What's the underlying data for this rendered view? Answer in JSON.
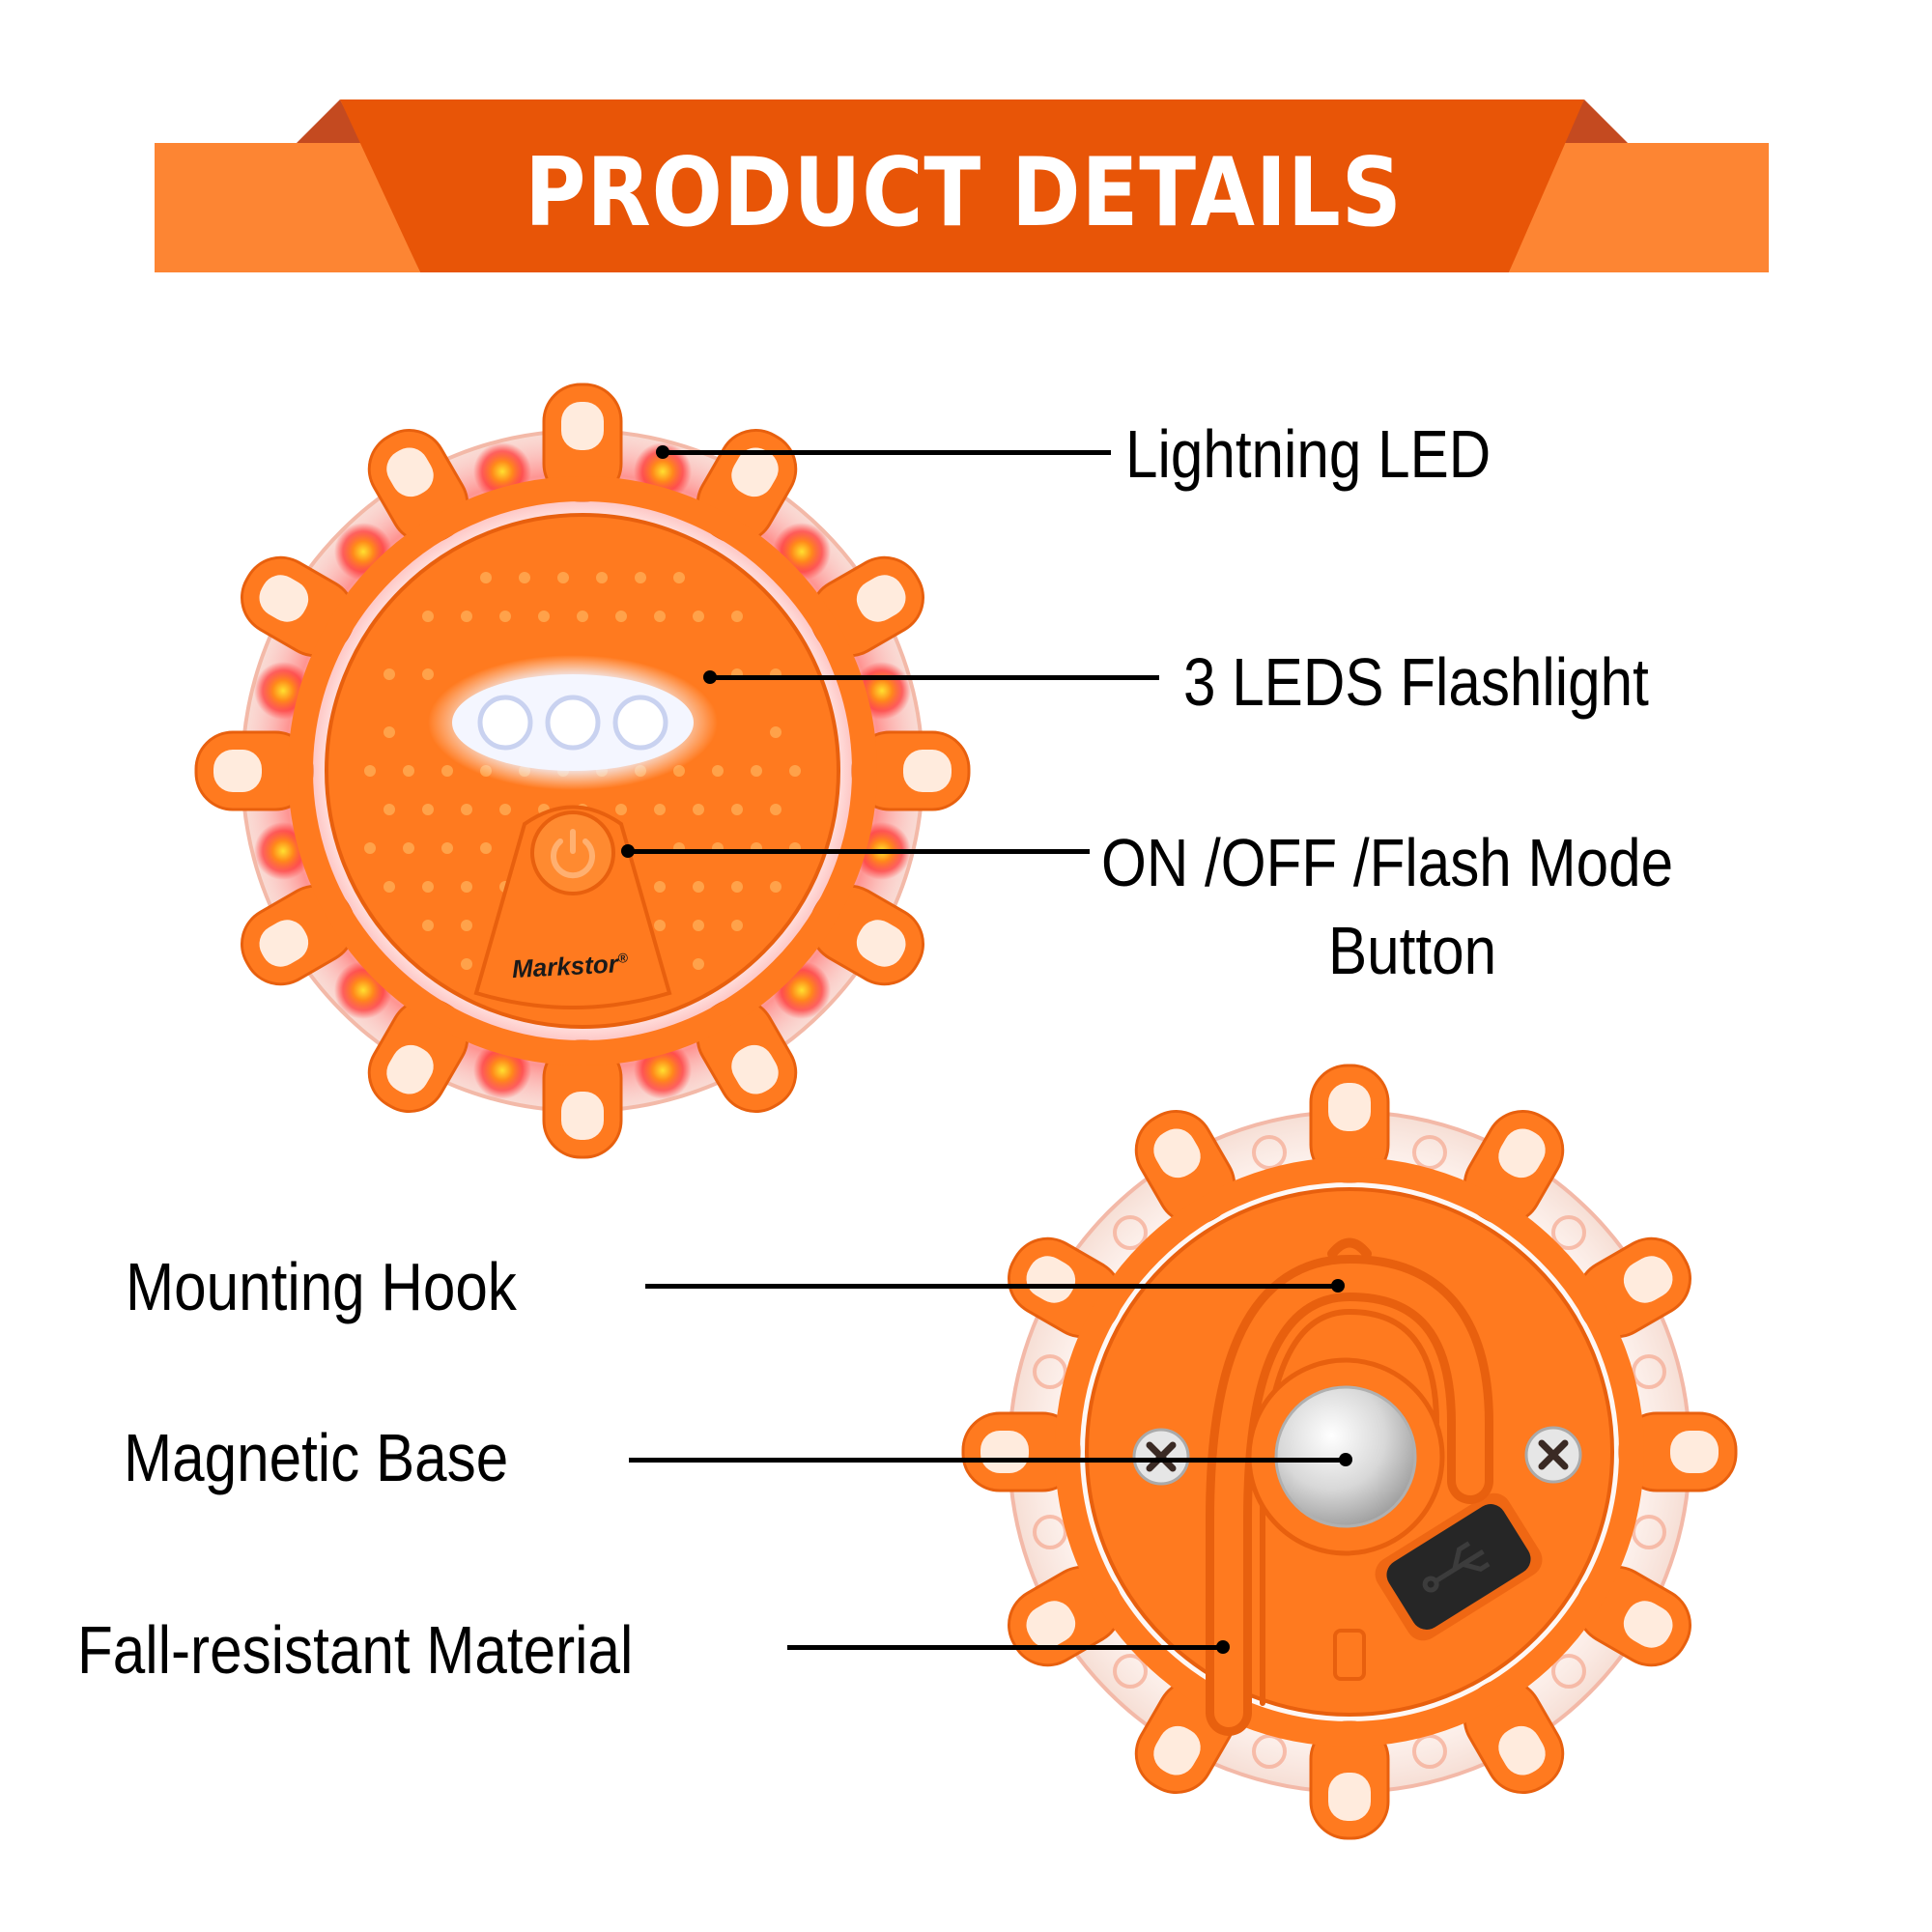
{
  "banner": {
    "title": "PRODUCT DETAILS",
    "colors": {
      "ribbon": "#e85507",
      "tail": "#fd8533",
      "fold": "#c44a20",
      "text": "#ffffff"
    }
  },
  "front_view": {
    "brand": "Markstor",
    "brand_mark": "®",
    "callouts": [
      {
        "label": "Lightning LED"
      },
      {
        "label": "3 LEDS Flashlight"
      },
      {
        "label_line1": "ON /OFF /Flash Mode",
        "label_line2": "Button"
      }
    ]
  },
  "back_view": {
    "callouts": [
      {
        "label": "Mounting Hook"
      },
      {
        "label": "Magnetic Base"
      },
      {
        "label": "Fall-resistant Material"
      }
    ]
  },
  "colors": {
    "body_orange": "#ff7a1f",
    "body_shadow": "#e8600e",
    "led_red": "#ff2a2a",
    "led_yellow": "#ffd21a",
    "flashlight_white": "#f4f6ff",
    "line": "#000000"
  },
  "icons": {
    "power": "power-icon",
    "screw": "screw-icon",
    "usb": "usb-icon"
  }
}
